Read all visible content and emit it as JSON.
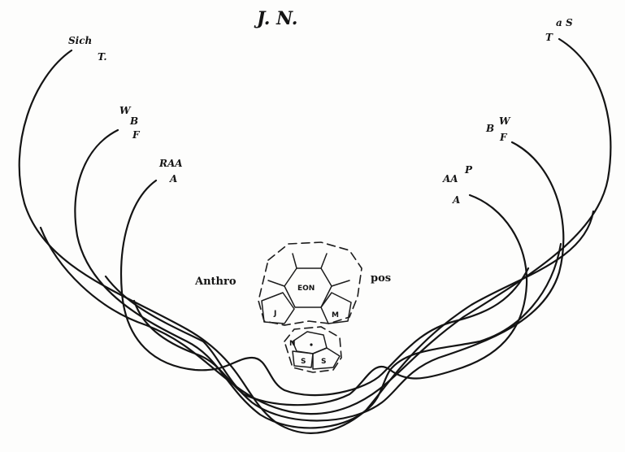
{
  "title": "J. N.",
  "left_labels": {
    "outer": {
      "top": "Sich",
      "bottom": "T."
    },
    "middle": {
      "top": "W",
      "mid": "B",
      "bottom": "F"
    },
    "inner": {
      "top": "RAA",
      "bottom": "A"
    }
  },
  "right_labels": {
    "outer": {
      "top": "a S",
      "bottom": "T"
    },
    "middle": {
      "top": "B",
      "sup": "W",
      "bottom": "F"
    },
    "inner": {
      "top": "AA",
      "sup": "P",
      "bottom": "A"
    }
  },
  "center": {
    "left_word": "Anthro",
    "right_word": "pos",
    "cells": {
      "main": "EON",
      "left": "J",
      "right": "M",
      "lower_left": "S",
      "lower_right": "S",
      "lower_top": "N"
    }
  },
  "colors": {
    "ink": "#141414",
    "paper": "#fdfdfc"
  }
}
